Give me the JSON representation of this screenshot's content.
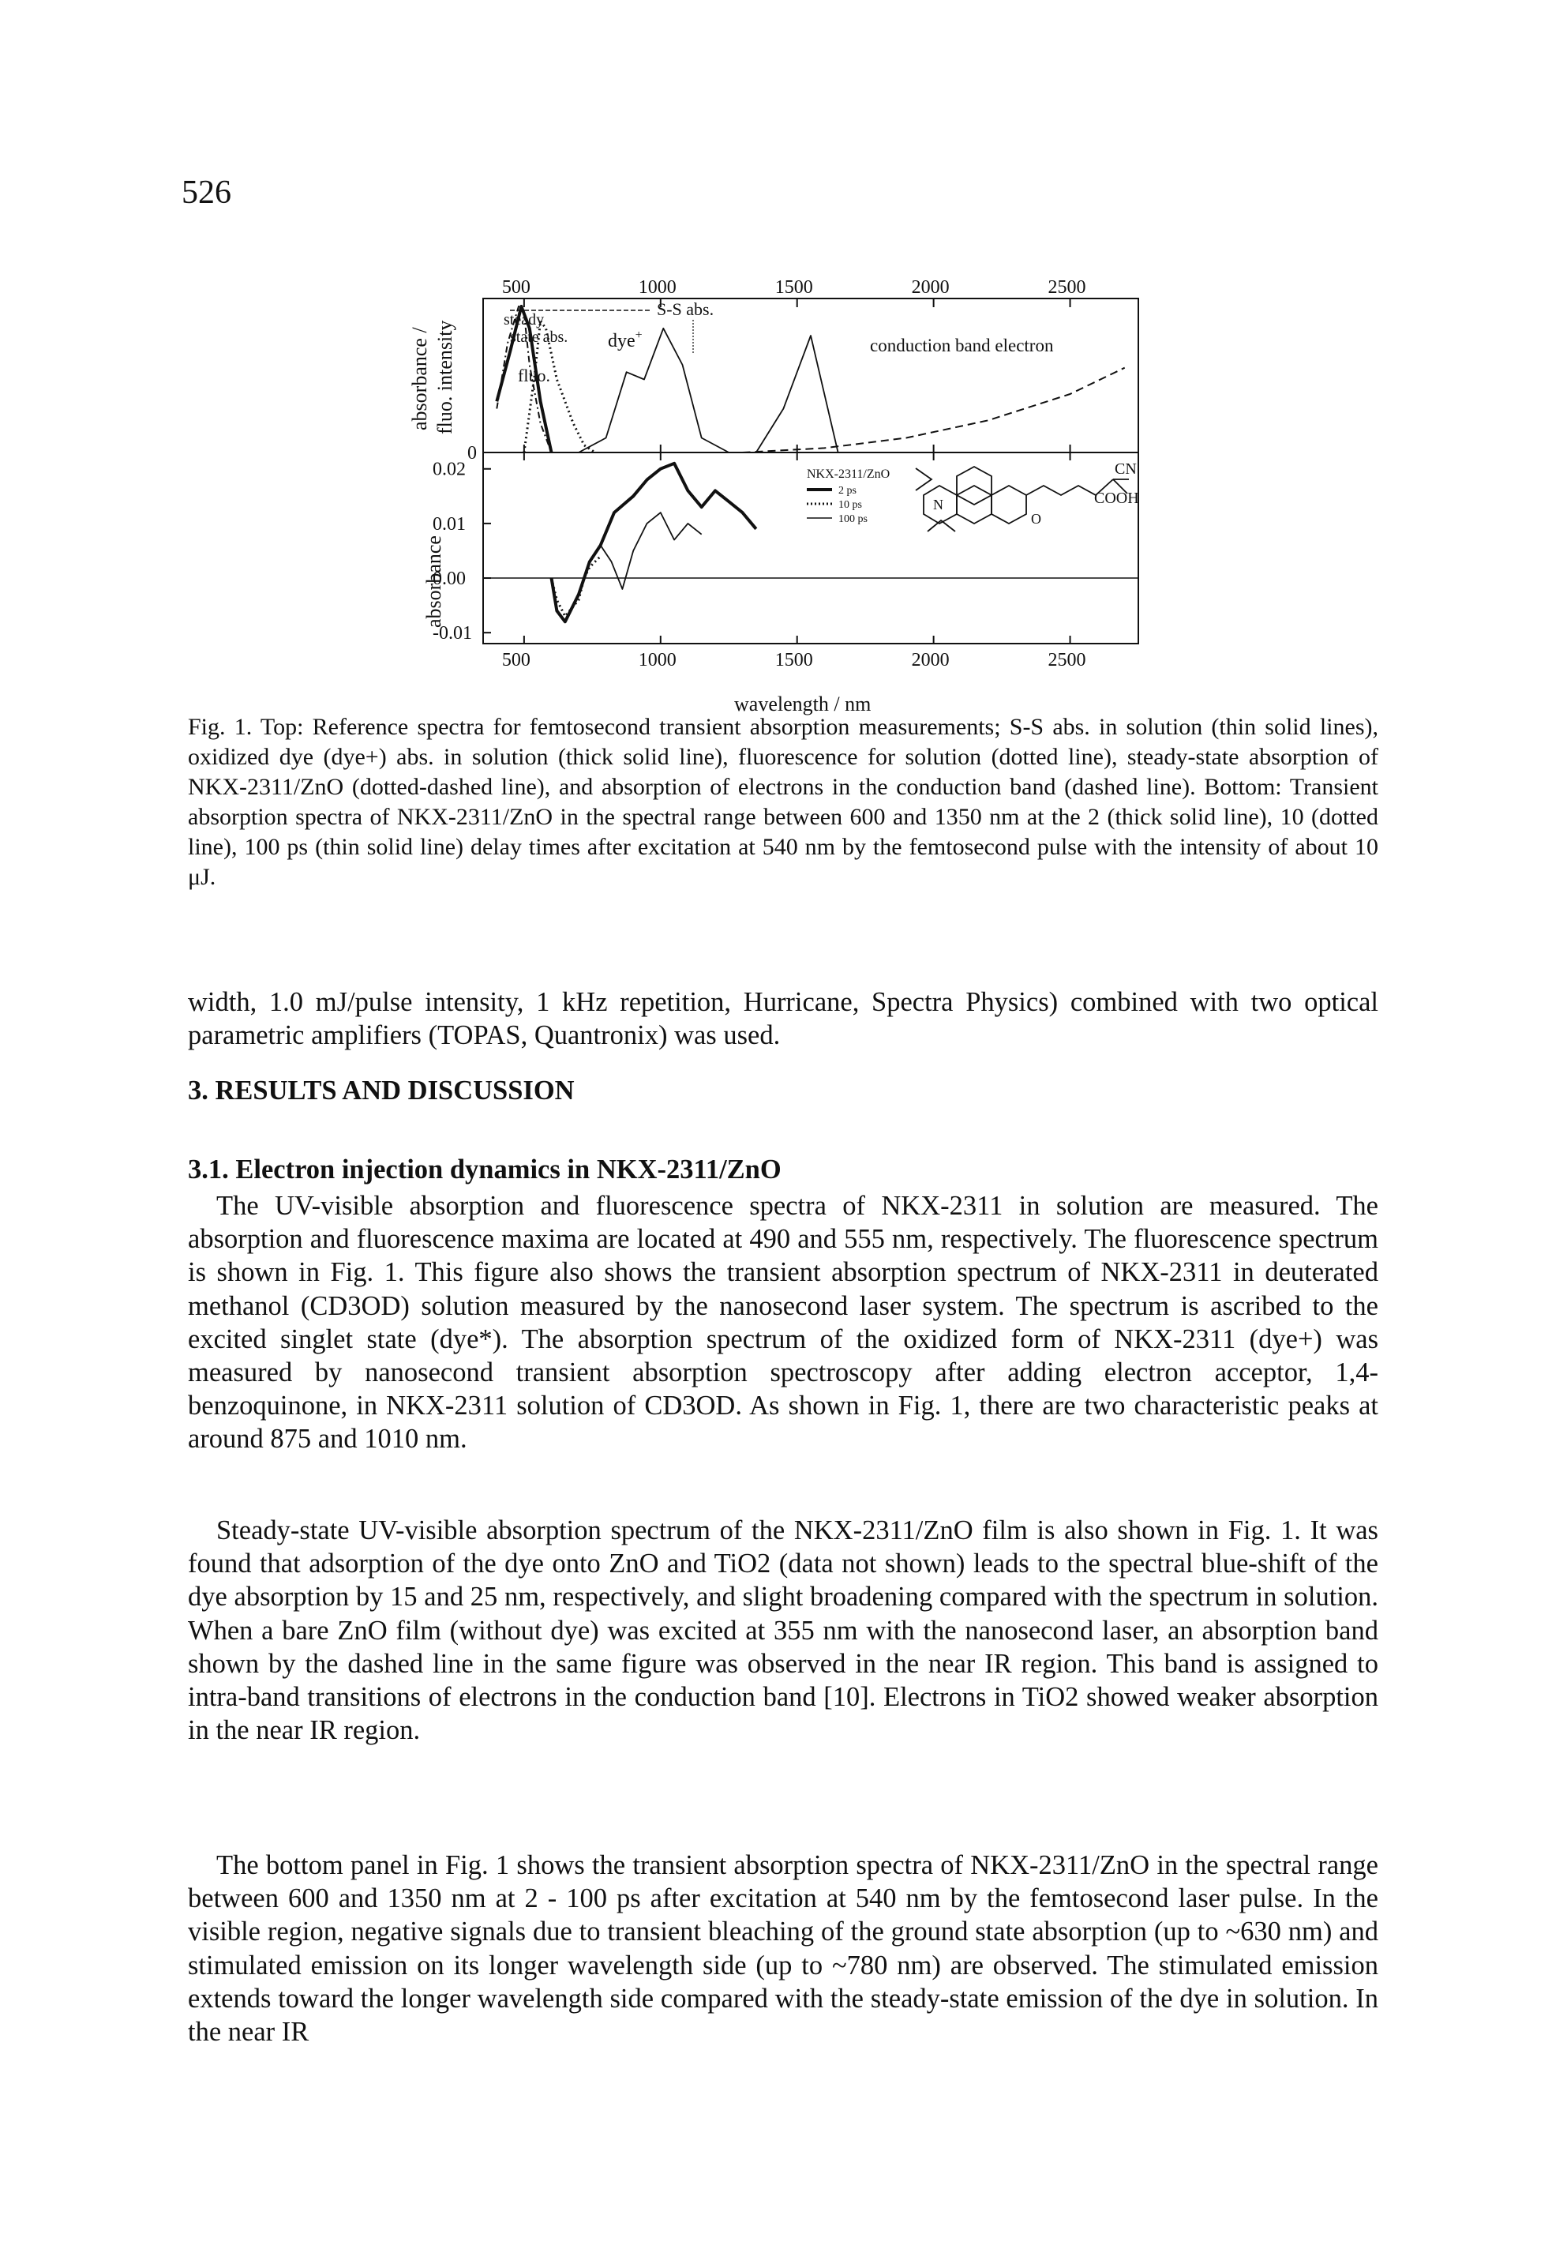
{
  "page": {
    "number": "526"
  },
  "figure": {
    "top_panel": {
      "ylabel_line1": "absorbance /",
      "ylabel_line2": "fluo. intensity",
      "zero_tick": "0",
      "top_ticks": [
        "500",
        "1000",
        "1500",
        "2000",
        "2500"
      ],
      "labels": {
        "steady_state": "steady",
        "state_abs": "state abs.",
        "fluo": "fluo.",
        "ss_abs": "S-S abs.",
        "dye_plus": "dye",
        "dye_plus_sup": "+",
        "conduction": "conduction band electron"
      }
    },
    "bottom_panel": {
      "ylabel": "absorbance",
      "y_ticks": [
        "0.02",
        "0.01",
        "0.00",
        "-0.01"
      ],
      "x_ticks": [
        "500",
        "1000",
        "1500",
        "2000",
        "2500"
      ],
      "xlabel": "wavelength / nm",
      "legend_title": "NKX-2311/ZnO",
      "legend_items": [
        "2 ps",
        "10 ps",
        "100 ps"
      ],
      "structure_labels": {
        "cn": "CN",
        "cooh": "COOH",
        "o": "O",
        "n": "N"
      }
    }
  },
  "chart_data": [
    {
      "type": "line",
      "title": "",
      "xlabel": "",
      "ylabel": "absorbance / fluo. intensity",
      "xlim": [
        350,
        2750
      ],
      "x_ticks": [
        500,
        1000,
        1500,
        2000,
        2500
      ],
      "series": [
        {
          "name": "steady state abs.",
          "style": "dotted-dashed",
          "x": [
            400,
            440,
            480,
            500,
            520,
            560,
            600
          ],
          "y": [
            0.3,
            0.75,
            1.0,
            0.95,
            0.6,
            0.2,
            0.0
          ]
        },
        {
          "name": "fluo.",
          "style": "dotted",
          "x": [
            500,
            540,
            560,
            580,
            620,
            680,
            720,
            760
          ],
          "y": [
            0.0,
            0.55,
            0.9,
            0.85,
            0.5,
            0.2,
            0.05,
            0.0
          ]
        },
        {
          "name": "S-S abs.",
          "style": "thick solid",
          "x": [
            400,
            450,
            490,
            520,
            560,
            600
          ],
          "y": [
            0.35,
            0.7,
            1.0,
            0.85,
            0.35,
            0.0
          ]
        },
        {
          "name": "dye+",
          "style": "thin solid",
          "x": [
            700,
            800,
            875,
            940,
            1010,
            1080,
            1150,
            1250,
            1350,
            1450,
            1550,
            1650
          ],
          "y": [
            0.0,
            0.1,
            0.55,
            0.5,
            0.85,
            0.6,
            0.1,
            0.0,
            0.0,
            0.3,
            0.8,
            0.0
          ]
        },
        {
          "name": "conduction band electron",
          "style": "dashed",
          "x": [
            1300,
            1600,
            1900,
            2200,
            2500,
            2700
          ],
          "y": [
            0.0,
            0.03,
            0.1,
            0.22,
            0.4,
            0.58
          ]
        }
      ]
    },
    {
      "type": "line",
      "title": "",
      "xlabel": "wavelength / nm",
      "ylabel": "absorbance",
      "xlim": [
        350,
        2750
      ],
      "ylim": [
        -0.012,
        0.023
      ],
      "x_ticks": [
        500,
        1000,
        1500,
        2000,
        2500
      ],
      "y_ticks": [
        0.02,
        0.01,
        0.0,
        -0.01
      ],
      "series": [
        {
          "name": "2 ps",
          "style": "thick solid",
          "x": [
            600,
            620,
            650,
            700,
            720,
            740,
            780,
            830,
            900,
            950,
            1000,
            1050,
            1100,
            1150,
            1200,
            1250,
            1300,
            1350
          ],
          "y": [
            0.0,
            -0.006,
            -0.008,
            -0.003,
            0.0,
            0.003,
            0.006,
            0.012,
            0.015,
            0.018,
            0.02,
            0.021,
            0.016,
            0.013,
            0.016,
            0.014,
            0.012,
            0.009
          ]
        },
        {
          "name": "10 ps",
          "style": "dotted",
          "x": [
            600,
            620,
            650,
            700,
            720,
            740,
            780
          ],
          "y": [
            0.0,
            -0.004,
            -0.007,
            -0.004,
            0.0,
            0.002,
            0.004
          ]
        },
        {
          "name": "100 ps",
          "style": "thin solid",
          "x": [
            780,
            820,
            860,
            900,
            950,
            1000,
            1050,
            1100,
            1150
          ],
          "y": [
            0.006,
            0.003,
            -0.002,
            0.005,
            0.01,
            0.012,
            0.007,
            0.01,
            0.008
          ]
        }
      ]
    }
  ],
  "caption": {
    "label": "Fig. 1.",
    "text": "Top: Reference spectra for femtosecond transient absorption measurements; S-S abs. in solution (thin solid lines), oxidized dye (dye+) abs. in solution (thick solid line), fluorescence for solution (dotted line), steady-state absorption of NKX-2311/ZnO (dotted-dashed line), and absorption of electrons in the conduction band (dashed line). Bottom: Transient absorption spectra of NKX-2311/ZnO in the spectral range between 600 and 1350 nm at the 2 (thick solid line), 10 (dotted line), 100 ps (thin solid line) delay times after excitation at 540 nm by the femtosecond pulse with the intensity of about 10 μJ."
  },
  "paragraph_intro": "width, 1.0 mJ/pulse intensity, 1 kHz repetition, Hurricane, Spectra Physics) combined with two optical parametric amplifiers (TOPAS, Quantronix) was used.",
  "section_heading": "3. RESULTS AND DISCUSSION",
  "subsection_heading": "3.1. Electron injection dynamics in NKX-2311/ZnO",
  "paragraphs": [
    "The UV-visible absorption and fluorescence spectra of NKX-2311 in solution are measured. The absorption and fluorescence maxima are located at 490 and 555 nm, respectively. The fluorescence spectrum is shown in Fig. 1. This figure also shows the transient absorption spectrum of NKX-2311 in deuterated methanol (CD3OD) solution measured by the nanosecond laser system. The spectrum is ascribed to the excited singlet state (dye*). The absorption spectrum of the oxidized form of NKX-2311 (dye+) was measured by nanosecond transient absorption spectroscopy after adding electron acceptor, 1,4-benzoquinone, in NKX-2311 solution of CD3OD. As shown in Fig. 1, there are two characteristic peaks at around 875 and 1010 nm.",
    "Steady-state UV-visible absorption spectrum of the NKX-2311/ZnO film is also shown in Fig. 1. It was found that adsorption of the dye onto ZnO and TiO2 (data not shown) leads to the spectral blue-shift of the dye absorption by 15 and 25 nm, respectively, and slight broadening compared with the spectrum in solution. When a bare ZnO film (without dye) was excited at 355 nm with the nanosecond laser, an absorption band shown by the dashed line in the same figure was observed in the near IR region. This band is assigned to intra-band transitions of electrons in the conduction band [10]. Electrons in TiO2 showed weaker absorption in the near IR region.",
    "The bottom panel in Fig. 1 shows the transient absorption spectra of NKX-2311/ZnO in the spectral range between 600 and 1350 nm at 2 - 100 ps after excitation at 540 nm by the femtosecond laser pulse. In the visible region, negative signals due to transient bleaching of the ground state absorption (up to ~630 nm) and stimulated emission on its longer wavelength side (up to ~780 nm) are observed. The stimulated emission extends toward the longer wavelength side compared with the steady-state emission of the dye in solution. In the near IR"
  ]
}
